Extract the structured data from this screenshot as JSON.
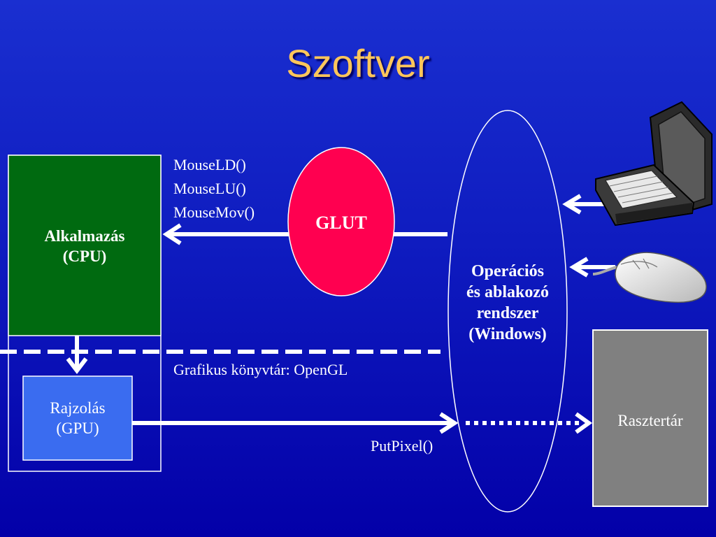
{
  "title": "Szoftver",
  "boxes": {
    "app_line1": "Alkalmazás",
    "app_line2": "(CPU)",
    "draw_line1": "Rajzolás",
    "draw_line2": "(GPU)",
    "raster": "Rasztertár"
  },
  "glut": "GLUT",
  "os": {
    "line1": "Operációs",
    "line2": "és ablakozó",
    "line3": "rendszer",
    "line4": "(Windows)"
  },
  "callbacks": [
    "MouseLD()",
    "MouseLU()",
    "MouseMov()"
  ],
  "library_label": "Grafikus könyvtár: OpenGL",
  "putpixel": "PutPixel()",
  "colors": {
    "app_box": "#006a10",
    "draw_box": "#3a6cf0",
    "glut": "#ff0050",
    "raster_box": "#808080",
    "title": "#ffc65a"
  },
  "icons": [
    "laptop-icon",
    "mouse-icon"
  ]
}
